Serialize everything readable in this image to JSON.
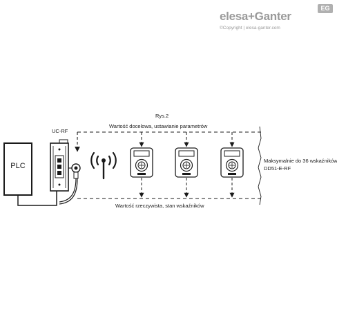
{
  "brand": {
    "logo_text": "elesa+Ganter",
    "badge_text": "EG",
    "copyright": "©Copyright | elesa-ganter.com"
  },
  "diagram": {
    "figure_label": "Rys.2",
    "plc_label": "PLC",
    "controller_label": "UC-RF",
    "top_arrow_label": "Wartość docelowa, ustawianie parametrów",
    "bottom_arrow_label": "Wartość rzeczywista, stan wskaźników",
    "max_note_line1": "Maksymalnie do 36 wskaźników",
    "max_note_line2": "DD51-E-RF",
    "indicator_count": 3
  }
}
